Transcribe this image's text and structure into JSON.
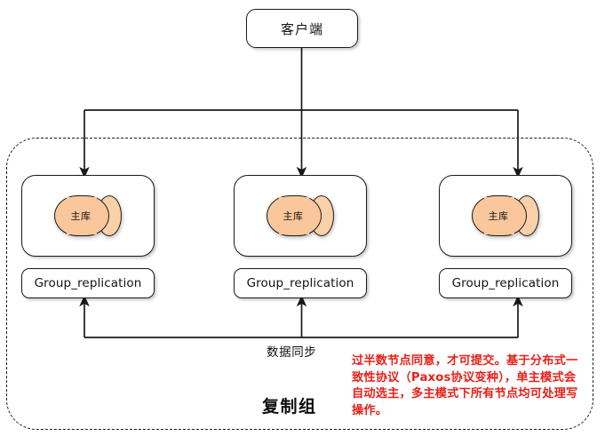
{
  "diagram": {
    "title_visible": false,
    "client": {
      "label": "客户端"
    },
    "group": {
      "title": "复制组",
      "border_style": "dashed"
    },
    "members": [
      {
        "db_label": "主库",
        "engine_label": "Group_replication"
      },
      {
        "db_label": "主库",
        "engine_label": "Group_replication"
      },
      {
        "db_label": "主库",
        "engine_label": "Group_replication"
      }
    ],
    "sync_label": "数据同步",
    "note": "过半数节点同意，才可提交。基于分布式一致性协议（Paxos协议变种），单主模式会自动选主，多主模式下所有节点均可处理写操作。",
    "colors": {
      "db_fill": "#F9C79B",
      "db_cap_fill": "#FAD0A8",
      "stroke": "#1a1a1a",
      "note_red": "#E8201A",
      "background": "#ffffff"
    }
  }
}
